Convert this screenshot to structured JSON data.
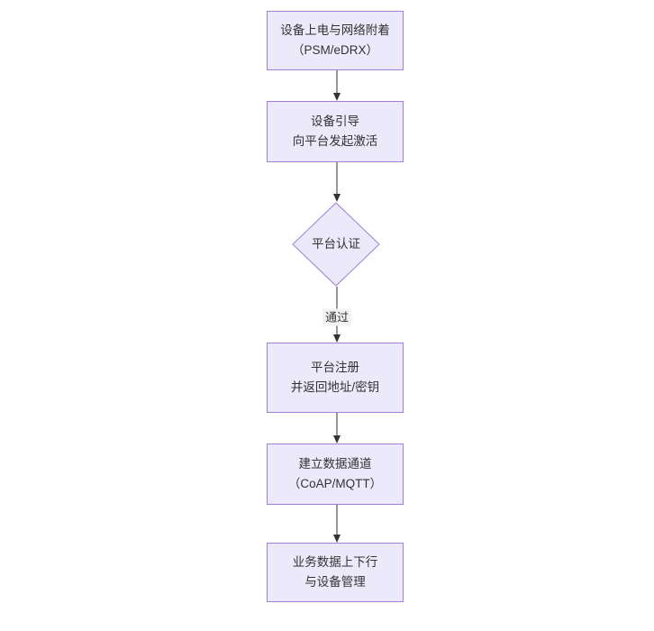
{
  "diagram": {
    "type": "flowchart",
    "direction": "top-to-bottom",
    "background_color": "#ffffff",
    "node_fill_color": "#ece9fb",
    "node_border_color": "#9f7fd4",
    "node_text_color": "#333333",
    "edge_color": "#333333",
    "edge_label_background": "#f2f2f2",
    "nodes": [
      {
        "id": "n1",
        "shape": "rect",
        "line1": "设备上电与网络附着",
        "line2": "（PSM/eDRX）"
      },
      {
        "id": "n2",
        "shape": "rect",
        "line1": "设备引导",
        "line2": "向平台发起激活"
      },
      {
        "id": "n3",
        "shape": "diamond",
        "line1": "平台认证",
        "line2": ""
      },
      {
        "id": "n4",
        "shape": "rect",
        "line1": "平台注册",
        "line2": "并返回地址/密钥"
      },
      {
        "id": "n5",
        "shape": "rect",
        "line1": "建立数据通道",
        "line2": "（CoAP/MQTT）"
      },
      {
        "id": "n6",
        "shape": "rect",
        "line1": "业务数据上下行",
        "line2": "与设备管理"
      }
    ],
    "edges": [
      {
        "from": "n1",
        "to": "n2",
        "label": ""
      },
      {
        "from": "n2",
        "to": "n3",
        "label": ""
      },
      {
        "from": "n3",
        "to": "n4",
        "label": "通过"
      },
      {
        "from": "n4",
        "to": "n5",
        "label": ""
      },
      {
        "from": "n5",
        "to": "n6",
        "label": ""
      }
    ]
  }
}
